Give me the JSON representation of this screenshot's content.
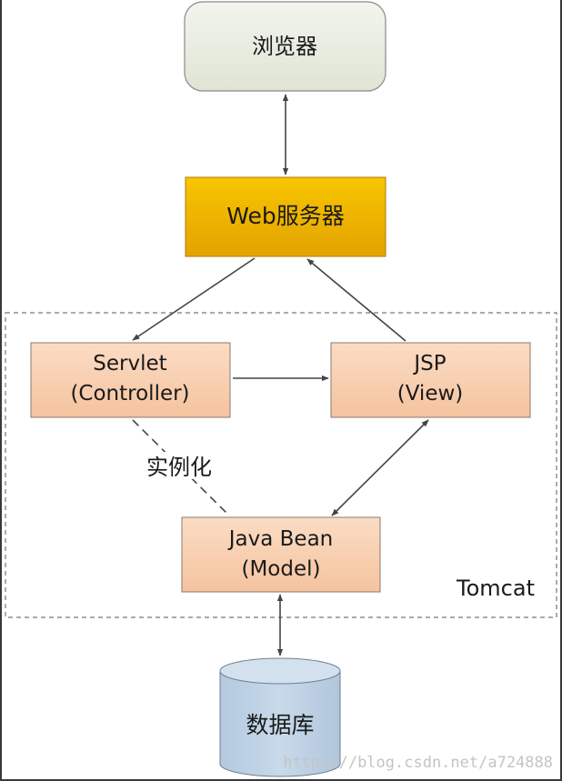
{
  "diagram": {
    "nodes": {
      "browser": "浏览器",
      "web_server": "Web服务器",
      "servlet_line1": "Servlet",
      "servlet_line2": "(Controller)",
      "jsp_line1": "JSP",
      "jsp_line2": "(View)",
      "javabean_line1": "Java Bean",
      "javabean_line2": "(Model)",
      "database": "数据库"
    },
    "container_label": "Tomcat",
    "edge_label": "实例化",
    "watermark": "https://blog.csdn.net/a724888"
  },
  "colors": {
    "browser_fill": "#e8ecdf",
    "web_server_fill": "#f3b500",
    "component_fill": "#f8cfb0",
    "database_fill": "#bcd1e6",
    "line": "#444444"
  }
}
